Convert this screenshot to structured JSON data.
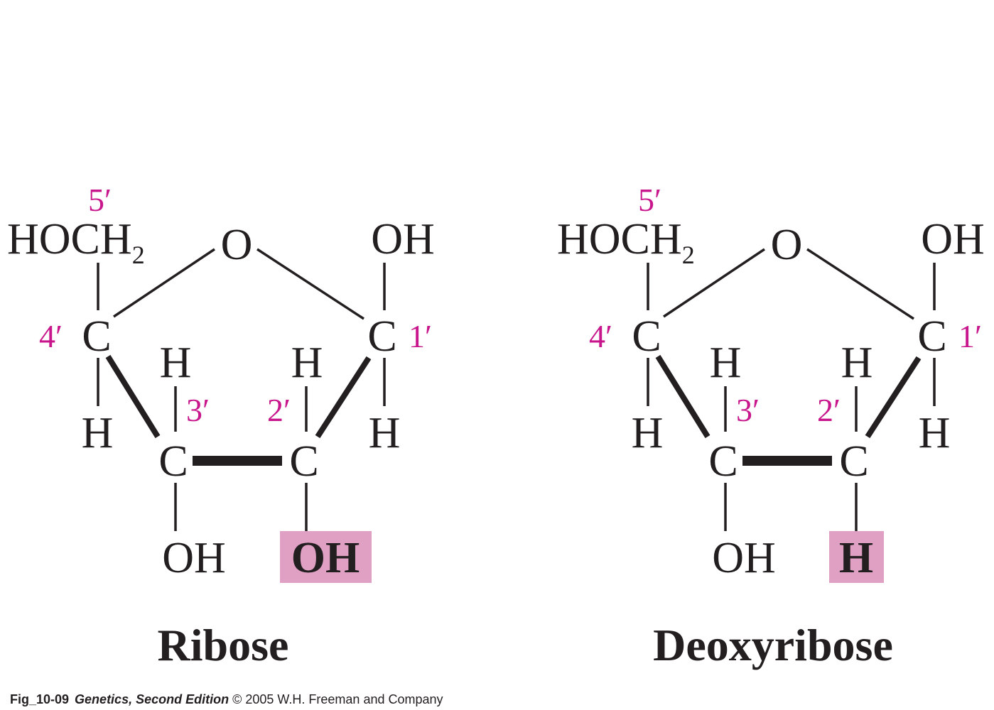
{
  "figure": {
    "molecules": [
      {
        "name": "Ribose",
        "substituent_2prime": "OH",
        "atoms": {
          "hoch2_main": "HOC",
          "hoch2_h": "H",
          "hoch2_sub": "2",
          "ring_o": "O",
          "c1_oh": "OH",
          "c4": "C",
          "c1": "C",
          "c3": "C",
          "c2": "C",
          "c4_h": "H",
          "c3_h": "H",
          "c2_h": "H",
          "c1_h": "H",
          "c3_oh": "OH"
        },
        "position_labels": {
          "p5": "5′",
          "p4": "4′",
          "p3": "3′",
          "p2": "2′",
          "p1": "1′"
        }
      },
      {
        "name": "Deoxyribose",
        "substituent_2prime": "H",
        "atoms": {
          "hoch2_main": "HOC",
          "hoch2_h": "H",
          "hoch2_sub": "2",
          "ring_o": "O",
          "c1_oh": "OH",
          "c4": "C",
          "c1": "C",
          "c3": "C",
          "c2": "C",
          "c4_h": "H",
          "c3_h": "H",
          "c2_h": "H",
          "c1_h": "H",
          "c3_oh": "OH"
        },
        "position_labels": {
          "p5": "5′",
          "p4": "4′",
          "p3": "3′",
          "p2": "2′",
          "p1": "1′"
        }
      }
    ],
    "colors": {
      "structure": "#231f20",
      "position_label": "#c8168c",
      "highlight_box": "#e0a0c4"
    }
  },
  "caption": {
    "figure_id": "Fig_10-09",
    "book_title": "Genetics, Second Edition",
    "rest": "© 2005 W.H. Freeman and Company"
  }
}
